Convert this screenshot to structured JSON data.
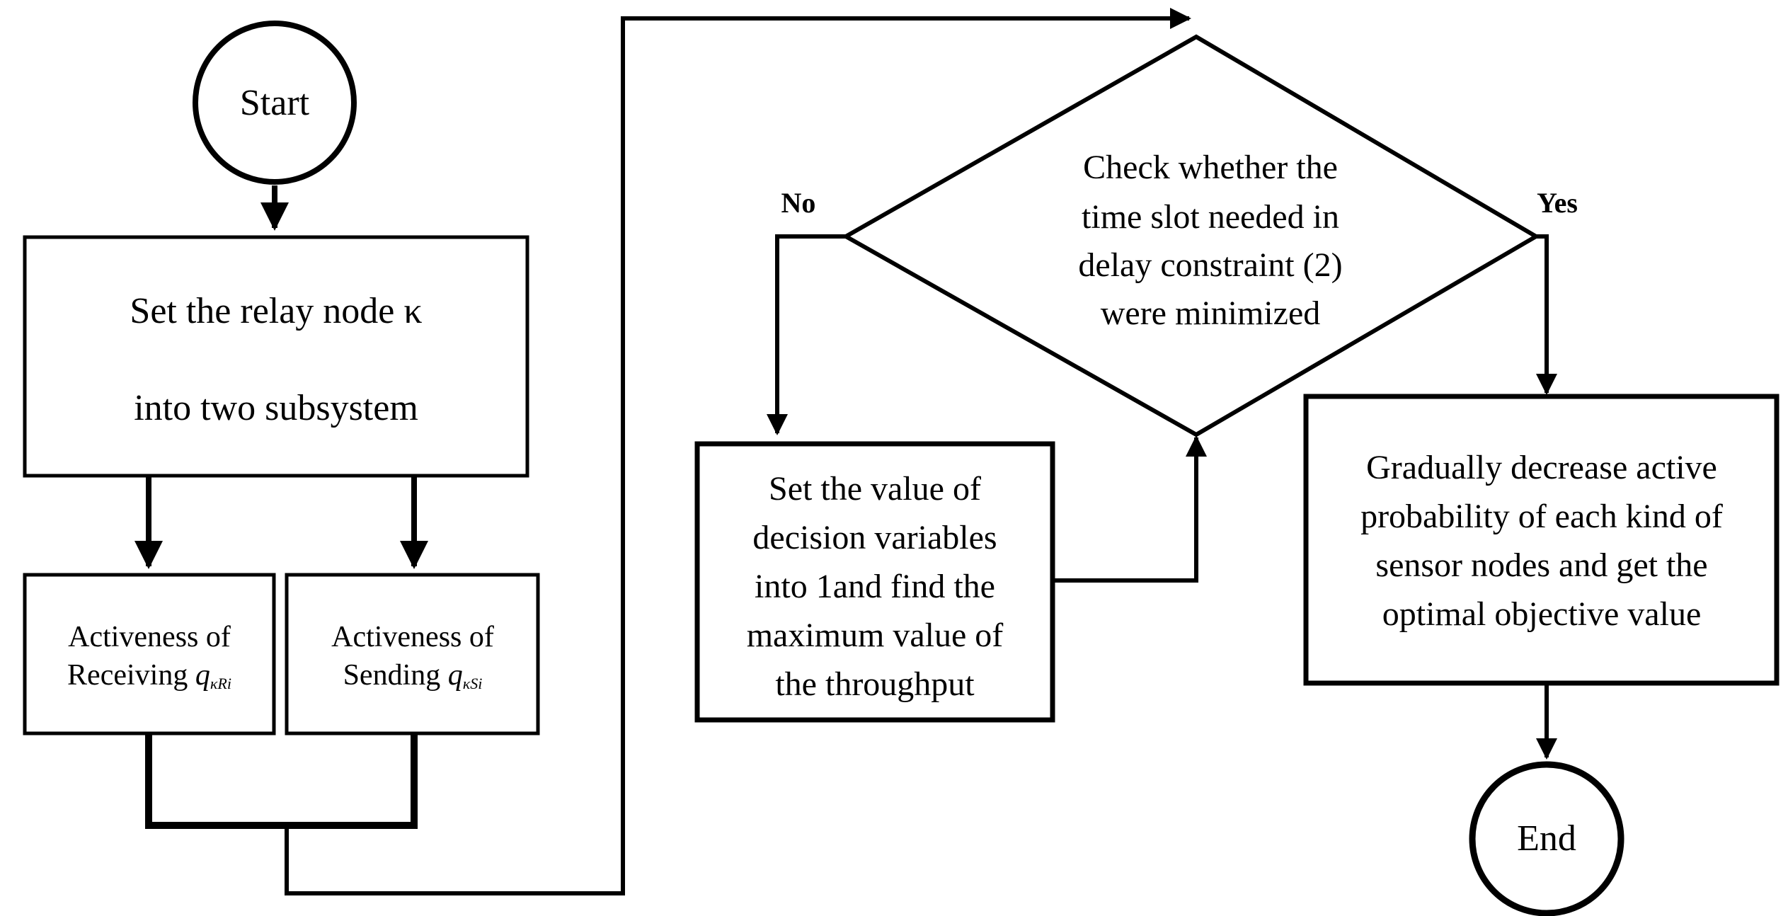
{
  "nodes": {
    "start": {
      "label": "Start"
    },
    "set_relay": {
      "line1": "Set the relay node κ",
      "line2": "into two subsystem"
    },
    "receiving": {
      "line1": "Activeness of",
      "line2": "Receiving",
      "var": "q",
      "sub": "κRi"
    },
    "sending": {
      "line1": "Activeness of",
      "line2": "Sending",
      "var": "q",
      "sub": "κSi"
    },
    "decision": {
      "lines": [
        "Check whether the",
        "time slot needed in",
        "delay constraint (2)",
        "were minimized"
      ]
    },
    "set_value": {
      "lines": [
        "Set the value of",
        "decision variables",
        "into 1and find the",
        "maximum value of",
        "the throughput"
      ]
    },
    "decrease": {
      "lines": [
        "Gradually decrease active",
        "probability of each kind of",
        "sensor nodes and get the",
        "optimal objective value"
      ]
    },
    "end": {
      "label": "End"
    }
  },
  "edges": {
    "no_label": "No",
    "yes_label": "Yes"
  }
}
